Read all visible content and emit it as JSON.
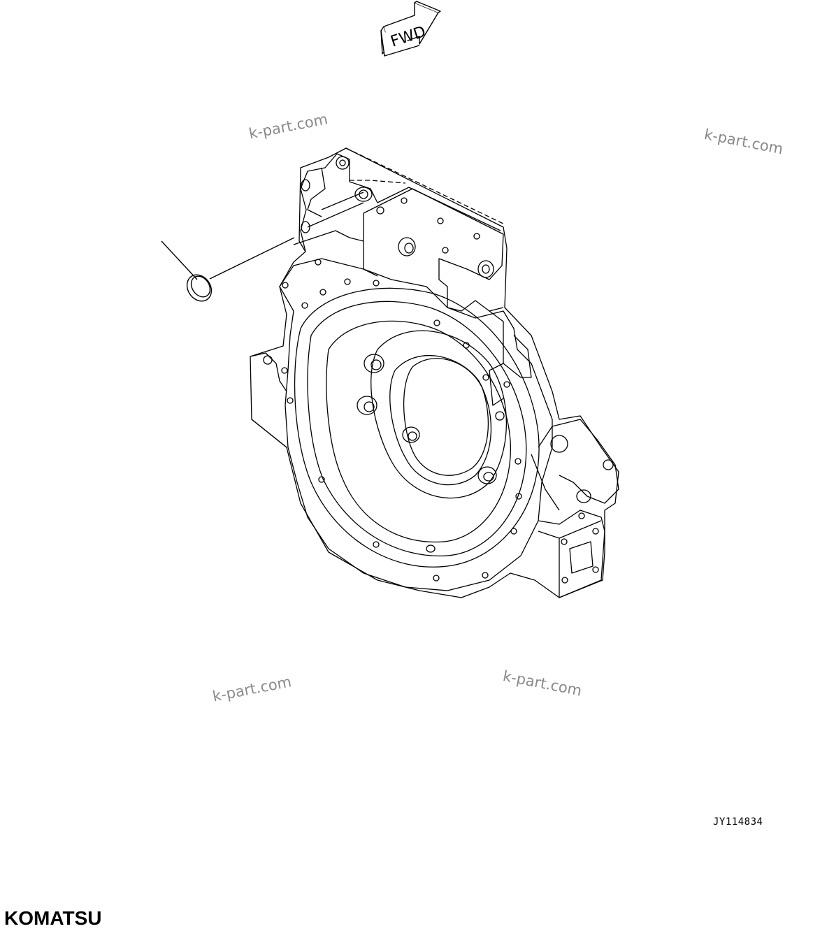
{
  "diagram": {
    "fwd_label": "FWD",
    "reference_code": "JY114834",
    "brand": "KOMATSU",
    "watermarks": [
      "k-part.com",
      "k-part.com",
      "k-part.com",
      "k-part.com"
    ],
    "parts": [
      {
        "name": "seal-ring",
        "label": ""
      },
      {
        "name": "flywheel-housing",
        "label": ""
      }
    ],
    "colors": {
      "line": "#000000",
      "watermark": "#8a8a8a",
      "background": "#ffffff"
    }
  }
}
